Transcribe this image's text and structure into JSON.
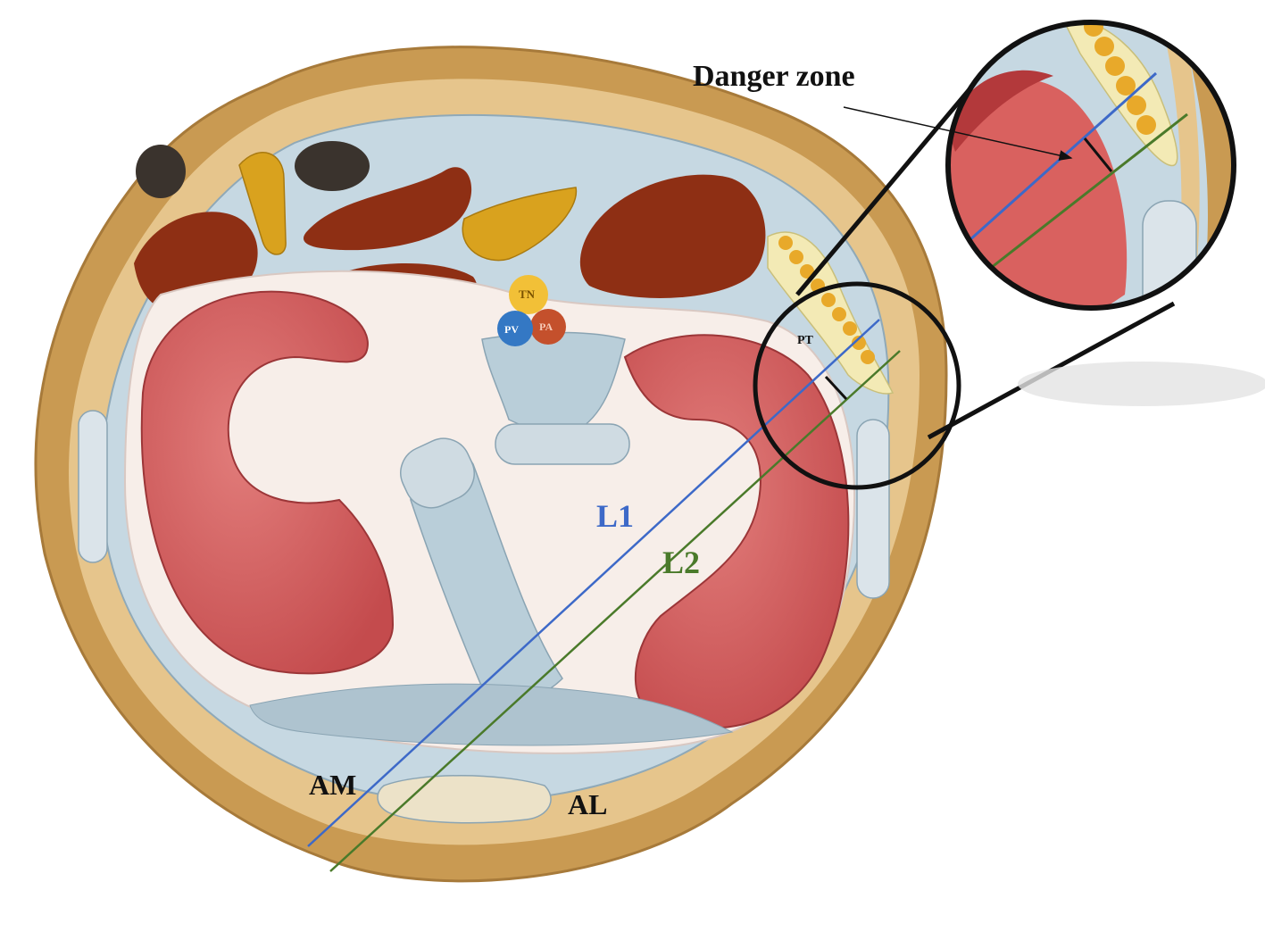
{
  "labels": {
    "danger_zone": "Danger zone",
    "tn": "TN",
    "pv": "PV",
    "pa": "PA",
    "pt": "PT",
    "l1": "L1",
    "l2": "L2",
    "am": "AM",
    "al": "AL"
  },
  "colors": {
    "skin": "#c99a52",
    "skin_edge": "#a77a3a",
    "fat": "#e6c58c",
    "fascia": "#c6d8e2",
    "meniscus": "#cf5a5a",
    "muscle": "#8e2f14",
    "tendon": "#d9a21e",
    "line_l1": "#3d69c8",
    "line_l2": "#4a7a2a",
    "nerve_tn": "#f2c037",
    "vein_pv": "#3478c4",
    "artery_pa": "#c4502c"
  },
  "icons": [
    "magnifier-circle",
    "danger-zone-arrow"
  ]
}
